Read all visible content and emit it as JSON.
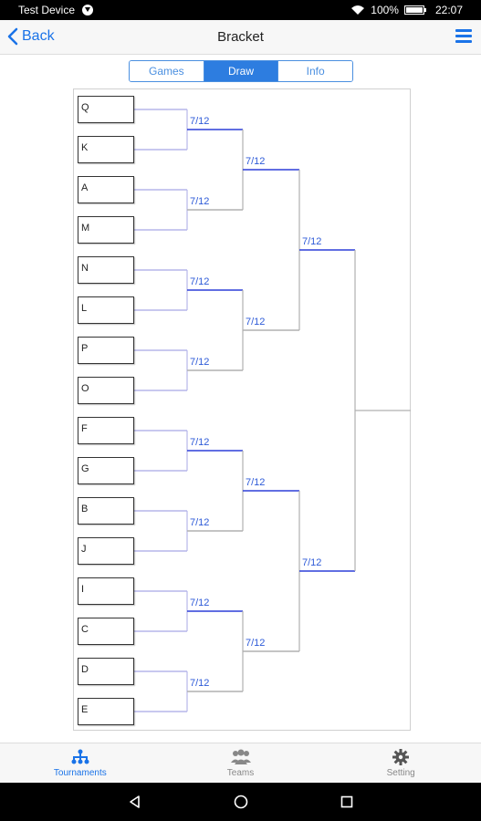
{
  "status": {
    "device_name": "Test Device",
    "battery": "100%",
    "time": "22:07"
  },
  "header": {
    "back_label": "Back",
    "title": "Bracket"
  },
  "segments": [
    {
      "label": "Games",
      "active": false
    },
    {
      "label": "Draw",
      "active": true
    },
    {
      "label": "Info",
      "active": false
    }
  ],
  "bracket": {
    "teams": [
      "Q",
      "K",
      "A",
      "M",
      "N",
      "L",
      "P",
      "O",
      "F",
      "G",
      "B",
      "J",
      "I",
      "C",
      "D",
      "E"
    ],
    "round1_dates": [
      "7/12",
      "7/12",
      "7/12",
      "7/12",
      "7/12",
      "7/12",
      "7/12",
      "7/12"
    ],
    "round2_dates": [
      "7/12",
      "7/12",
      "7/12",
      "7/12"
    ],
    "round3_dates": [
      "7/12",
      "7/12"
    ]
  },
  "tabs": [
    {
      "label": "Tournaments",
      "icon": "tournament-tree-icon",
      "active": true
    },
    {
      "label": "Teams",
      "icon": "people-group-icon",
      "active": false
    },
    {
      "label": "Setting",
      "icon": "gear-icon",
      "active": false
    }
  ],
  "colors": {
    "accent": "#1a73e8",
    "winner_line": "#2d3fd8",
    "first_round_line": "#b6b6ea",
    "date_text": "#2d5ad8"
  }
}
